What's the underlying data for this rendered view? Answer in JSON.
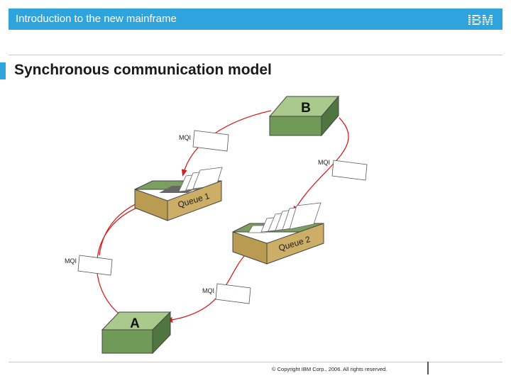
{
  "header": {
    "title": "Introduction to the new mainframe",
    "logo": "IBM"
  },
  "slide": {
    "title": "Synchronous communication model"
  },
  "diagram": {
    "node_a": "A",
    "node_b": "B",
    "queue_1": "Queue 1",
    "queue_2": "Queue 2",
    "mqi_labels": [
      "MQI",
      "MQI",
      "MQI",
      "MQI"
    ],
    "colors": {
      "box_top": "#9bbf7e",
      "box_front": "#6f9a58",
      "box_side": "#567d43",
      "tray": "#c8aa62",
      "arrow": "#d42020"
    }
  },
  "footer": {
    "copyright": "© Copyright IBM Corp., 2006. All rights reserved."
  }
}
